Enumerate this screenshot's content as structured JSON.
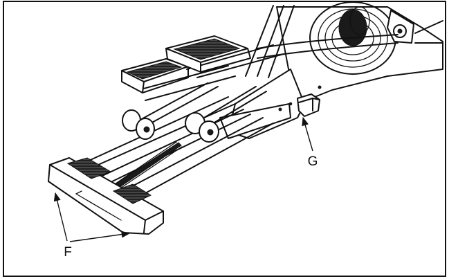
{
  "callouts": [
    {
      "id": "F",
      "label": "F"
    },
    {
      "id": "G",
      "label": "G"
    }
  ],
  "icons": {
    "machine": "elliptical-trainer-illustration",
    "arrow": "leader-arrow"
  },
  "colors": {
    "ink": "#111111",
    "background": "#ffffff"
  }
}
